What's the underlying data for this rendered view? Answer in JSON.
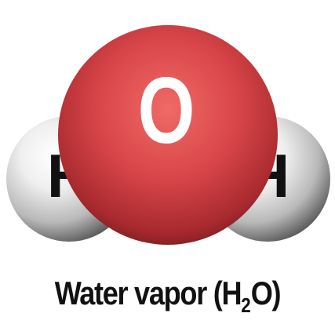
{
  "diagram": {
    "atoms": [
      {
        "symbol": "O",
        "color": "#d9464a"
      },
      {
        "symbol": "H",
        "color": "#e8e8e8"
      },
      {
        "symbol": "H",
        "color": "#e8e8e8"
      }
    ]
  },
  "caption": {
    "prefix": "Water vapor (H",
    "subscript": "2",
    "suffix": "O)"
  }
}
